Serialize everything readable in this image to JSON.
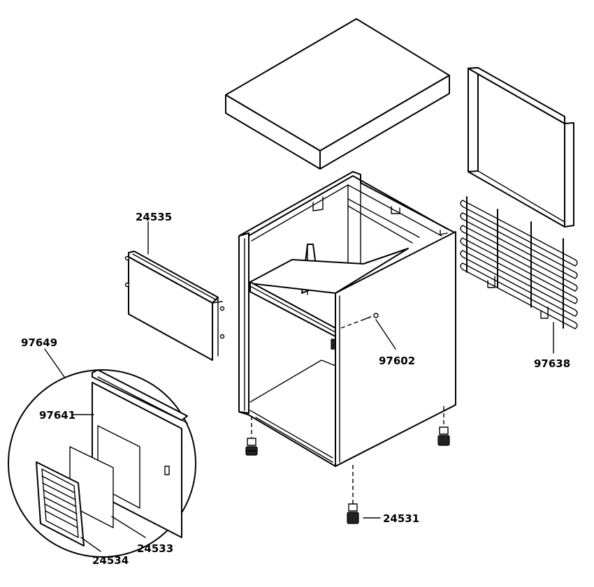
{
  "labels": {
    "p24535": "24535",
    "p97649": "97649",
    "p97641": "97641",
    "p24534": "24534",
    "p24533": "24533",
    "p97602": "97602",
    "p97638": "97638",
    "p24531": "24531"
  }
}
